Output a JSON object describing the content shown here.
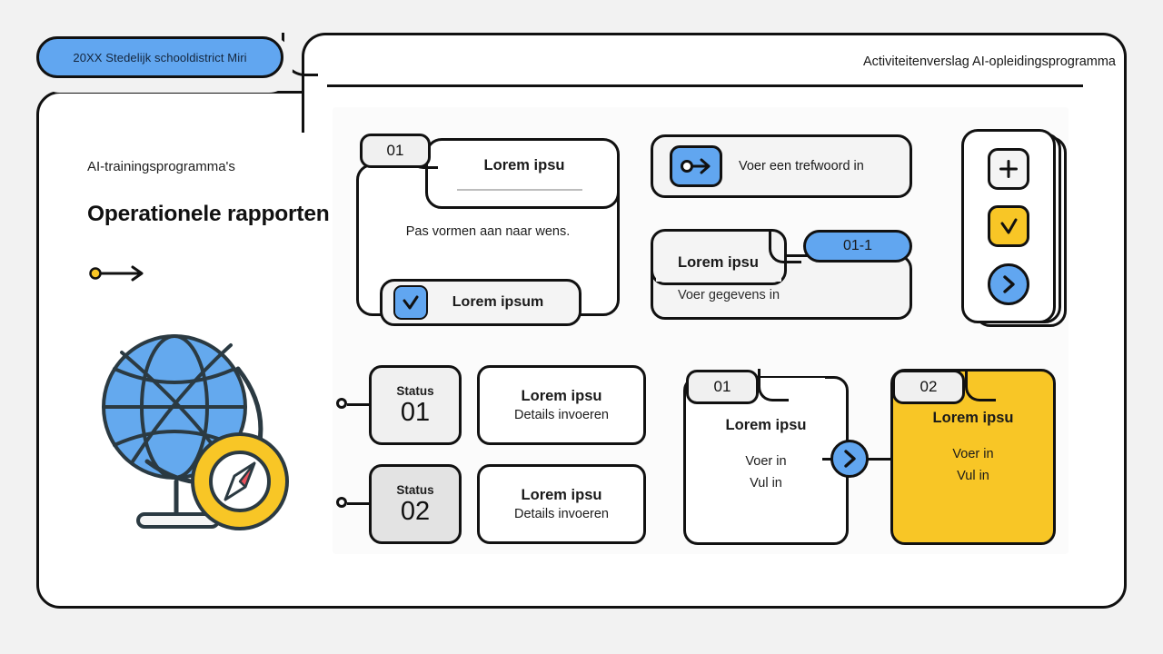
{
  "header": {
    "badge_label": "20XX Stedelijk schooldistrict Miri",
    "title": "Activiteitenverslag AI-opleidingsprogramma"
  },
  "left": {
    "kicker": "AI-trainingsprogramma's",
    "headline": "Operationele rapporten",
    "arrow_icon": "arrow-right-dot-icon",
    "illustration": "globe-compass-illustration"
  },
  "card01": {
    "tab": "01",
    "title": "Lorem ipsu",
    "body": "Pas vormen aan naar wens.",
    "check_label": "Lorem ipsum",
    "check_icon": "check-icon"
  },
  "keyword": {
    "icon": "key-arrow-icon",
    "text": "Voer een trefwoord in"
  },
  "detail_block": {
    "pill": "01-1",
    "title": "Lorem ipsu",
    "subtitle": "Voer gegevens in"
  },
  "stack": {
    "buttons": [
      {
        "name": "add-button",
        "glyph": "plus-icon"
      },
      {
        "name": "confirm-button",
        "glyph": "check-icon"
      },
      {
        "name": "next-button",
        "glyph": "chevron-right-icon"
      }
    ]
  },
  "status_rows": [
    {
      "label": "Status",
      "number": "01",
      "detail_title": "Lorem ipsu",
      "detail_sub": "Details invoeren"
    },
    {
      "label": "Status",
      "number": "02",
      "detail_title": "Lorem ipsu",
      "detail_sub": "Details invoeren"
    }
  ],
  "pair": [
    {
      "tab": "01",
      "title": "Lorem ipsu",
      "line1": "Voer in",
      "line2": "Vul in"
    },
    {
      "tab": "02",
      "title": "Lorem ipsu",
      "line1": "Voer in",
      "line2": "Vul in"
    }
  ],
  "connector_icon": "chevron-right-icon",
  "colors": {
    "accent_blue": "#61A6F0",
    "accent_yellow": "#F8C626",
    "outline": "#111111",
    "page_bg": "#F2F2F2",
    "panel_bg": "#FFFFFF",
    "soft_grey": "#F0F0F0"
  }
}
